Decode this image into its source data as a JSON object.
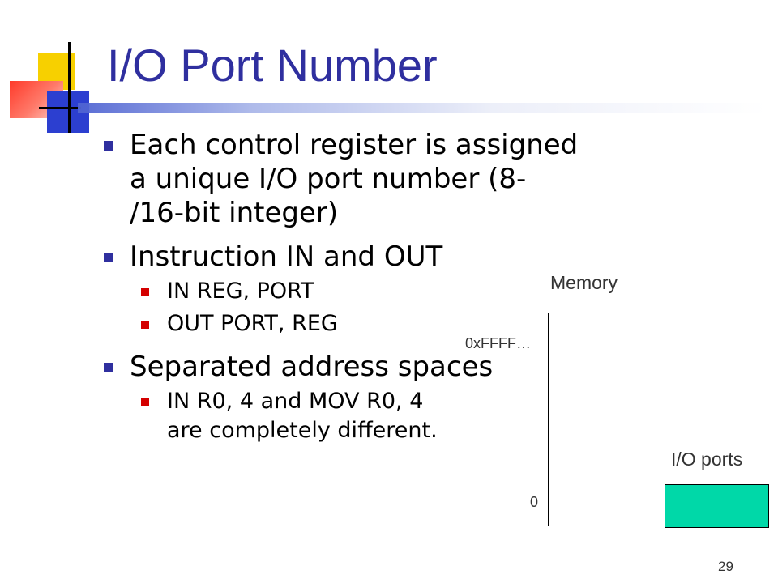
{
  "slide": {
    "title": "I/O Port Number",
    "page_number": "29",
    "accent_colors": {
      "title": "#2f2f9f",
      "bullet_level1": "#2f2f9f",
      "bullet_level2": "#d40000",
      "io_ports_fill": "#00d8a8"
    }
  },
  "bullets": [
    {
      "lines": [
        "Each control register is assigned",
        "a unique I/O port number (8-",
        "/16-bit integer)"
      ]
    },
    {
      "text": "Instruction IN and OUT",
      "sub": [
        "IN REG, PORT",
        "OUT PORT, REG"
      ]
    },
    {
      "text": "Separated address spaces",
      "sub_lines": [
        "IN R0, 4 and MOV R0, 4",
        "are completely different."
      ]
    }
  ],
  "diagram": {
    "memory_label": "Memory",
    "address_top": "0xFFFF…",
    "address_bottom": "0",
    "io_label": "I/O ports"
  }
}
